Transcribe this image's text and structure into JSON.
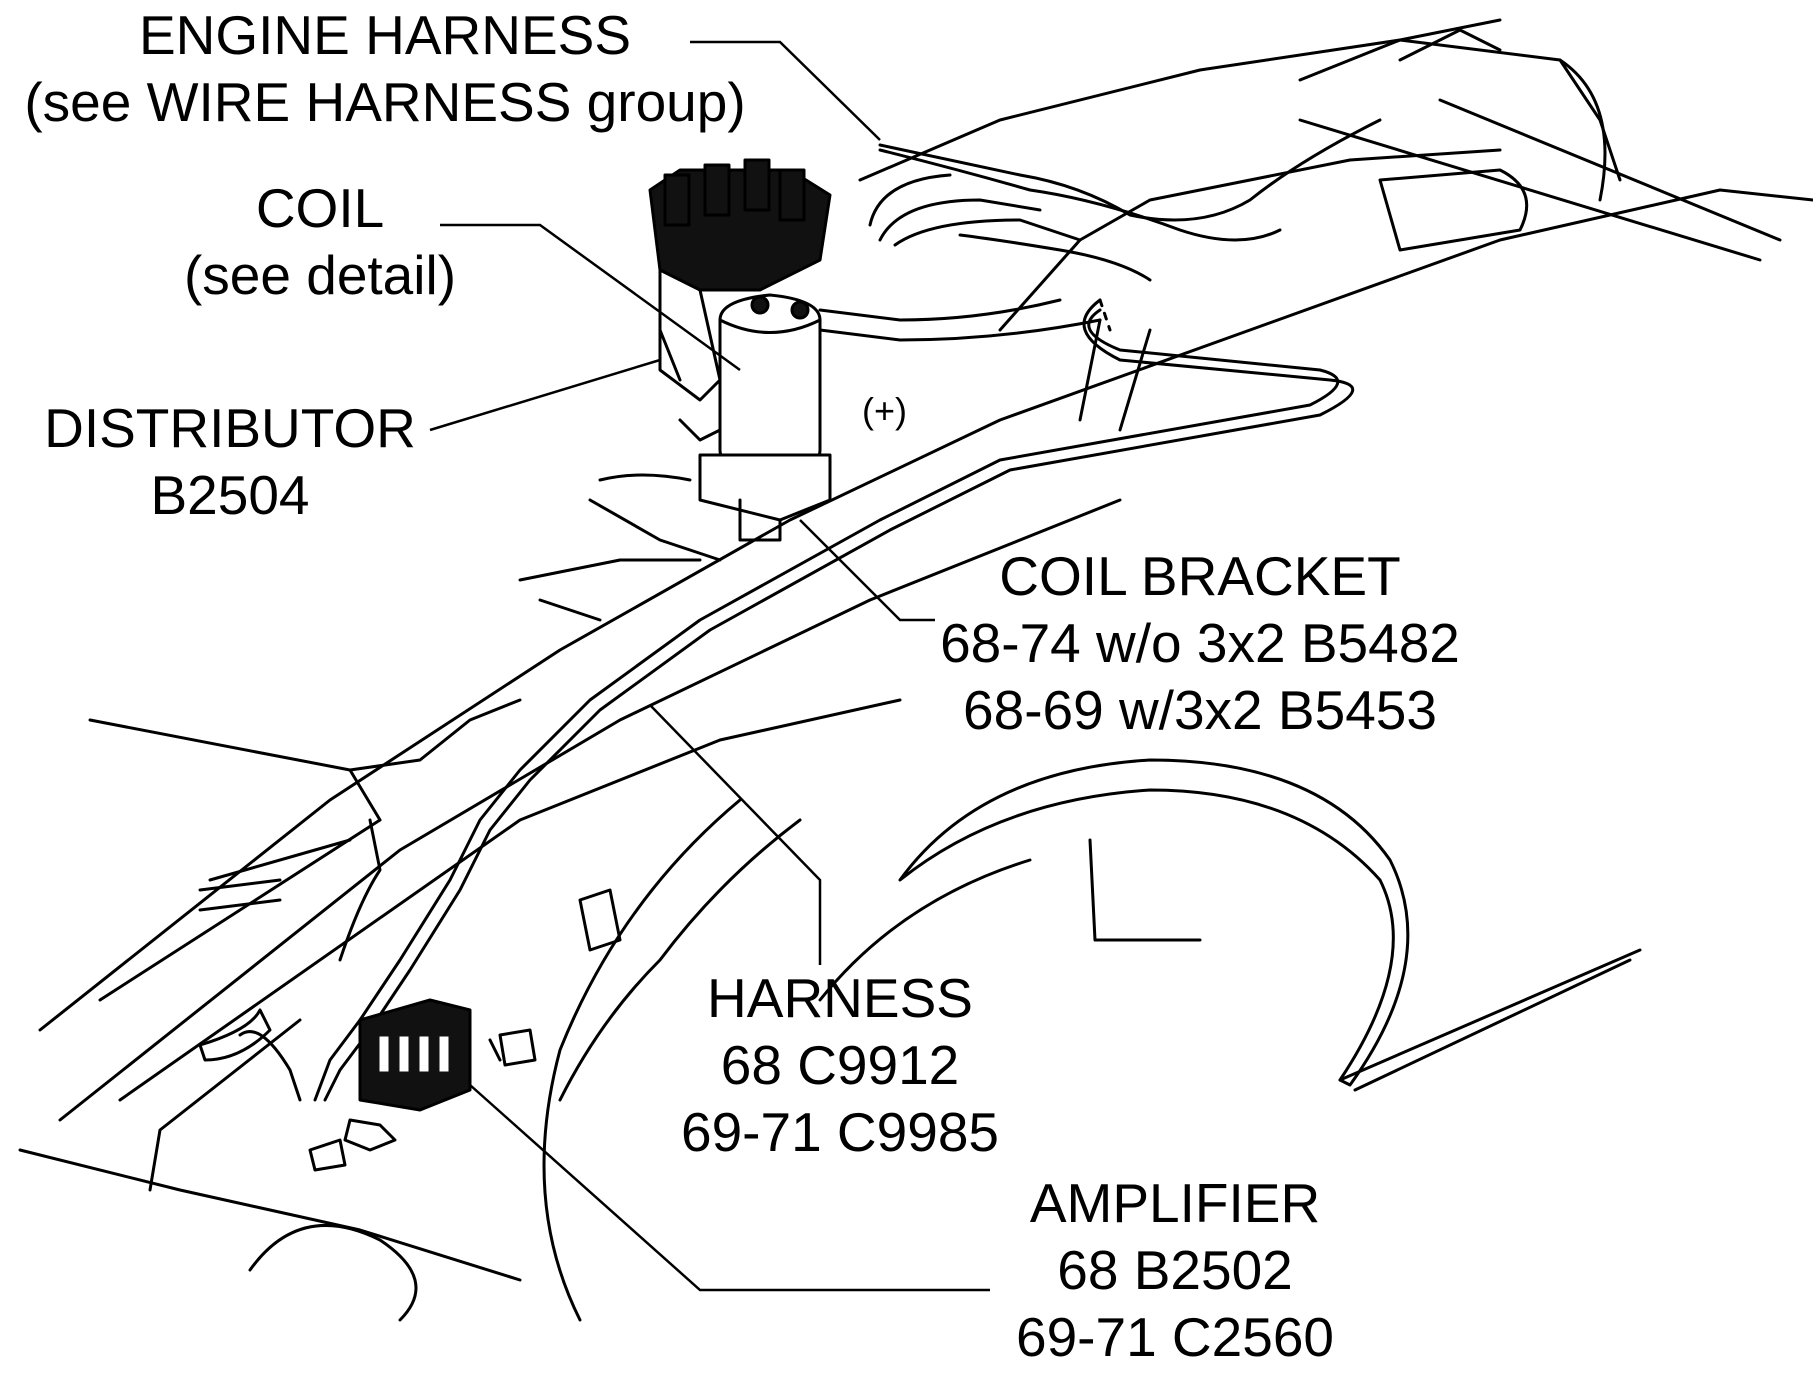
{
  "labels": {
    "engine_harness": {
      "title": "ENGINE HARNESS",
      "note": "(see WIRE HARNESS group)"
    },
    "coil": {
      "title": "COIL",
      "note": "(see detail)"
    },
    "distributor": {
      "title": "DISTRIBUTOR",
      "part": "B2504"
    },
    "coil_bracket": {
      "title": "COIL BRACKET",
      "line1": "68-74 w/o 3x2  B5482",
      "line2": "68-69 w/3x2  B5453"
    },
    "harness": {
      "title": "HARNESS",
      "line1": "68  C9912",
      "line2": "69-71  C9985"
    },
    "amplifier": {
      "title": "AMPLIFIER",
      "line1": "68  B2502",
      "line2": "69-71  C2560"
    },
    "coil_terminal": "(+)"
  }
}
